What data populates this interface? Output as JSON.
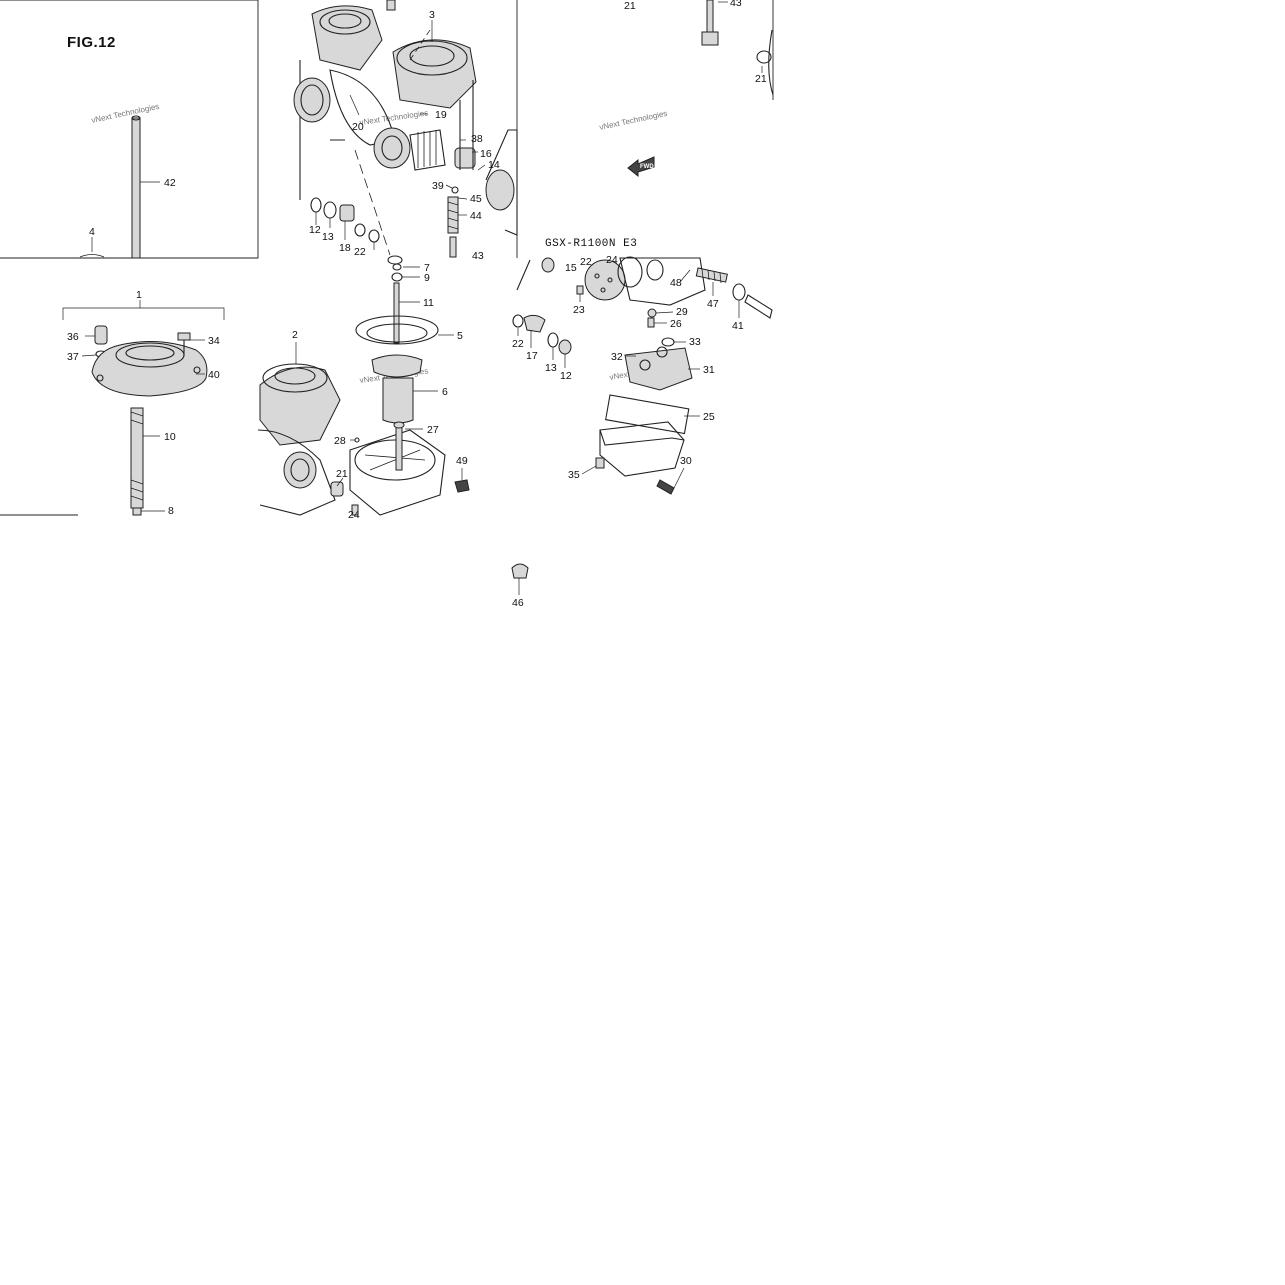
{
  "figure": {
    "title": "FIG.12",
    "model_label": "GSX-R1100N E3",
    "watermark": "vNext Technologies",
    "fwd_label": "FWD"
  },
  "parts": [
    {
      "id": "c42",
      "number": "42"
    },
    {
      "id": "c4",
      "number": "4"
    },
    {
      "id": "c1",
      "number": "1"
    },
    {
      "id": "c36",
      "number": "36"
    },
    {
      "id": "c37",
      "number": "37"
    },
    {
      "id": "c34",
      "number": "34"
    },
    {
      "id": "c40",
      "number": "40"
    },
    {
      "id": "c10",
      "number": "10"
    },
    {
      "id": "c8",
      "number": "8"
    },
    {
      "id": "c3",
      "number": "3"
    },
    {
      "id": "c20",
      "number": "20"
    },
    {
      "id": "c19",
      "number": "19"
    },
    {
      "id": "c38",
      "number": "38"
    },
    {
      "id": "c16",
      "number": "16"
    },
    {
      "id": "c14",
      "number": "14"
    },
    {
      "id": "c39",
      "number": "39"
    },
    {
      "id": "c45",
      "number": "45"
    },
    {
      "id": "c44",
      "number": "44"
    },
    {
      "id": "c43b",
      "number": "43"
    },
    {
      "id": "c12a",
      "number": "12"
    },
    {
      "id": "c13a",
      "number": "13"
    },
    {
      "id": "c18",
      "number": "18"
    },
    {
      "id": "c22a",
      "number": "22"
    },
    {
      "id": "c7",
      "number": "7"
    },
    {
      "id": "c9",
      "number": "9"
    },
    {
      "id": "c11",
      "number": "11"
    },
    {
      "id": "c5",
      "number": "5"
    },
    {
      "id": "c2",
      "number": "2"
    },
    {
      "id": "c6",
      "number": "6"
    },
    {
      "id": "c28",
      "number": "28"
    },
    {
      "id": "c27",
      "number": "27"
    },
    {
      "id": "c21b",
      "number": "21"
    },
    {
      "id": "c49",
      "number": "49"
    },
    {
      "id": "c24b",
      "number": "24"
    },
    {
      "id": "c21a",
      "number": "21"
    },
    {
      "id": "c43a",
      "number": "43"
    },
    {
      "id": "c21c",
      "number": "21"
    },
    {
      "id": "c15",
      "number": "15"
    },
    {
      "id": "c22b",
      "number": "22"
    },
    {
      "id": "c24a",
      "number": "24"
    },
    {
      "id": "c48",
      "number": "48"
    },
    {
      "id": "c47",
      "number": "47"
    },
    {
      "id": "c41",
      "number": "41"
    },
    {
      "id": "c23",
      "number": "23"
    },
    {
      "id": "c29",
      "number": "29"
    },
    {
      "id": "c26",
      "number": "26"
    },
    {
      "id": "c22c",
      "number": "22"
    },
    {
      "id": "c17",
      "number": "17"
    },
    {
      "id": "c13b",
      "number": "13"
    },
    {
      "id": "c12b",
      "number": "12"
    },
    {
      "id": "c33",
      "number": "33"
    },
    {
      "id": "c32",
      "number": "32"
    },
    {
      "id": "c31",
      "number": "31"
    },
    {
      "id": "c25",
      "number": "25"
    },
    {
      "id": "c35",
      "number": "35"
    },
    {
      "id": "c30",
      "number": "30"
    },
    {
      "id": "c46",
      "number": "46"
    }
  ]
}
